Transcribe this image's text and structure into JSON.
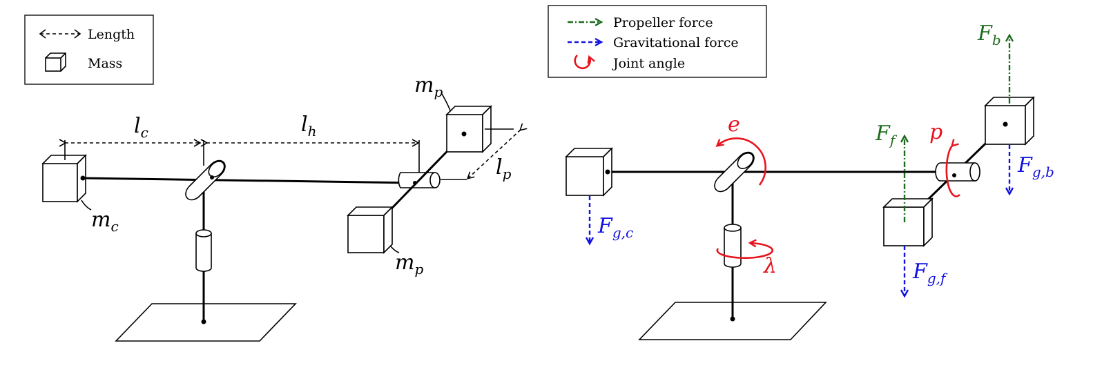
{
  "left_legend": {
    "length_label": "Length",
    "mass_label": "Mass"
  },
  "left_diagram": {
    "lc_main": "l",
    "lc_sub": "c",
    "lh_main": "l",
    "lh_sub": "h",
    "lp_main": "l",
    "lp_sub": "p",
    "mc_main": "m",
    "mc_sub": "c",
    "mp_top_main": "m",
    "mp_top_sub": "p",
    "mp_bottom_main": "m",
    "mp_bottom_sub": "p"
  },
  "right_legend": {
    "propeller_label": "Propeller force",
    "gravity_label": "Gravitational force",
    "joint_label": "Joint angle"
  },
  "right_diagram": {
    "e_label": "e",
    "p_label": "p",
    "lambda_label": "λ",
    "fb_main": "F",
    "fb_sub": "b",
    "ff_main": "F",
    "ff_sub": "f",
    "fgc_main": "F",
    "fgc_sub": "g,c",
    "fgb_main": "F",
    "fgb_sub": "g,b",
    "fgf_main": "F",
    "fgf_sub": "g,f"
  },
  "colors": {
    "propeller_force": "#1e6b1e",
    "gravitational_force": "#1010e0",
    "joint_angle": "#e8121c"
  }
}
